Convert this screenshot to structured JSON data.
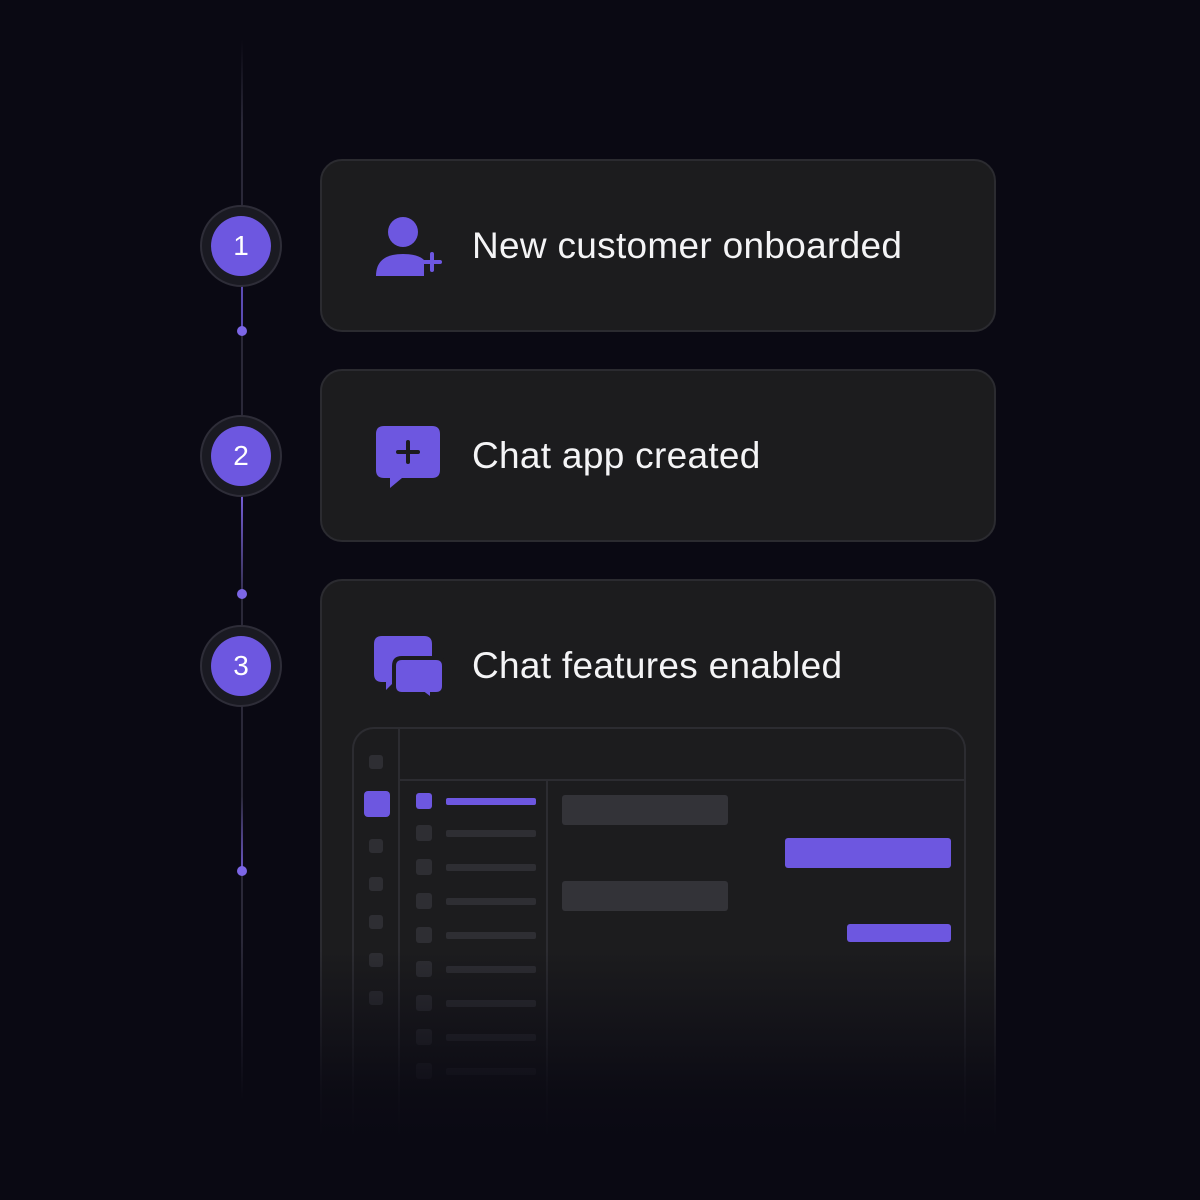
{
  "steps": [
    {
      "number": "1",
      "label": "New customer onboarded",
      "icon": "user-plus-icon"
    },
    {
      "number": "2",
      "label": "Chat app created",
      "icon": "chat-plus-icon"
    },
    {
      "number": "3",
      "label": "Chat features enabled",
      "icon": "chat-bubbles-icon"
    }
  ],
  "colors": {
    "background": "#0a0913",
    "card": "#1c1c1e",
    "accent": "#6d57e0",
    "text": "#f4f4f6"
  },
  "mock_app": {
    "description_icons": [
      "sidebar-rail",
      "conversation-list",
      "message-thread"
    ]
  }
}
